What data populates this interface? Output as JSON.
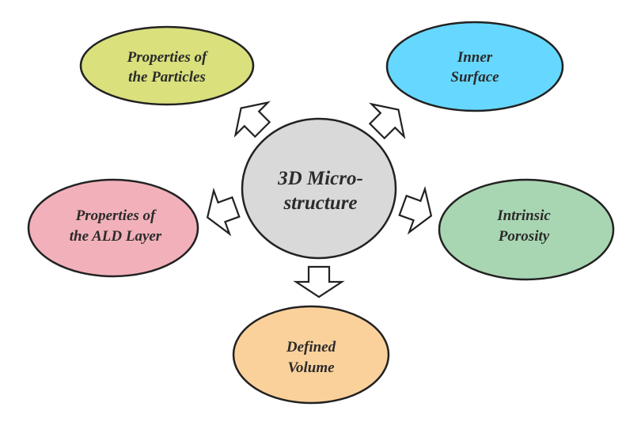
{
  "center": {
    "line1": "3D Micro-",
    "line2": "structure",
    "color": "#d9d9d9"
  },
  "nodes": {
    "particles": {
      "line1": "Properties of",
      "line2": "the Particles",
      "color": "#d9e07c"
    },
    "surface": {
      "line1": "Inner",
      "line2": "Surface",
      "color": "#66d8ff"
    },
    "ald": {
      "line1": "Properties of",
      "line2": "the ALD Layer",
      "color": "#f2b1ba"
    },
    "porosity": {
      "line1": "Intrinsic",
      "line2": "Porosity",
      "color": "#a9d6b2"
    },
    "volume": {
      "line1": "Defined",
      "line2": "Volume",
      "color": "#fbd19b"
    }
  }
}
